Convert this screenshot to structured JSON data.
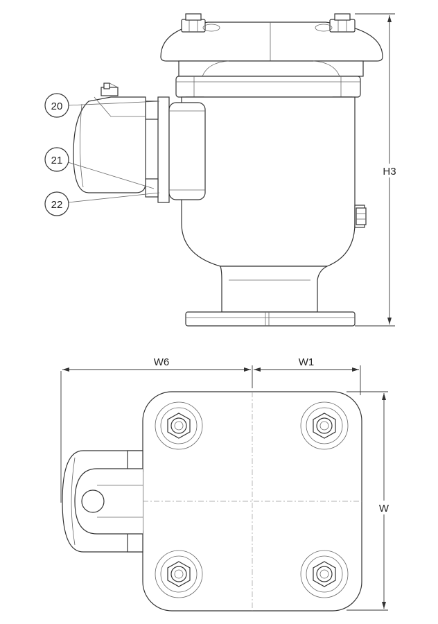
{
  "callouts": [
    {
      "number": "20"
    },
    {
      "number": "21"
    },
    {
      "number": "22"
    }
  ],
  "dimensions": {
    "height_label": "H3",
    "width_left_label": "W6",
    "width_right_label": "W1",
    "width_label": "W"
  }
}
